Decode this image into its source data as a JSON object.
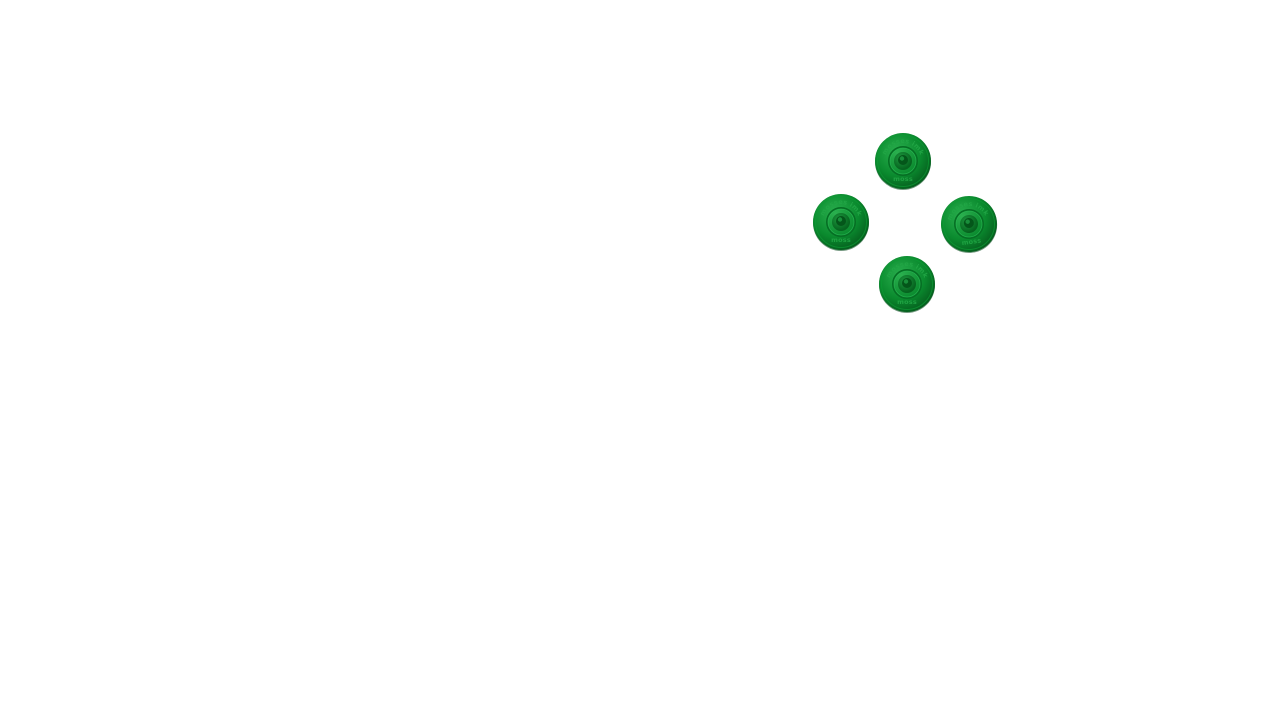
{
  "scene": {
    "background_color": "#ffffff",
    "object_color": "#0a8a2e",
    "discs": [
      {
        "id": "top",
        "arc_text": "mosses imk",
        "bottom_text": "moss"
      },
      {
        "id": "left",
        "arc_text": "mosses imk",
        "bottom_text": "moss"
      },
      {
        "id": "right",
        "arc_text": "mosses imk",
        "bottom_text": "moss"
      },
      {
        "id": "bottom",
        "arc_text": "mosses imk",
        "bottom_text": "moss"
      }
    ]
  }
}
